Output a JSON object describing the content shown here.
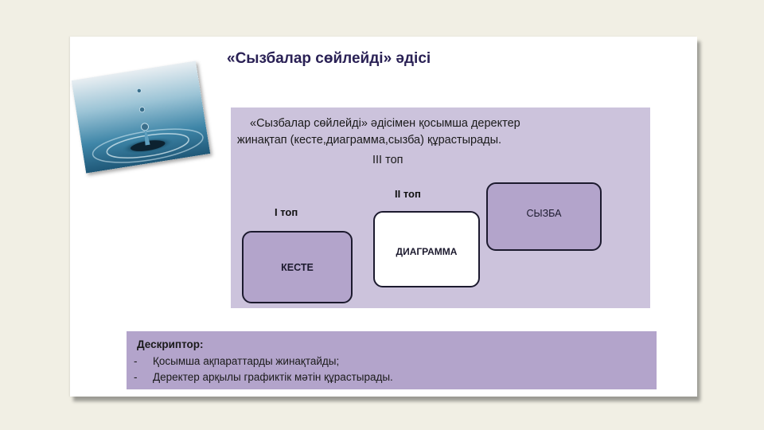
{
  "slide": {
    "title": "«Сызбалар сөйлейді» әдісі"
  },
  "image": {
    "icon": "water-drop-photo"
  },
  "panel": {
    "paragraph_line1": "«Сызбалар сөйлейді» әдісімен қосымша деректер",
    "paragraph_line2": "жинақтап (кесте,диаграмма,сызба) құрастырады.",
    "group3_label": "III топ",
    "group1_label": "I топ",
    "group2_label": "II топ",
    "box1_label": "КЕСТЕ",
    "box2_label": "ДИАГРАММА",
    "box3_label": "СЫЗБА"
  },
  "descriptor": {
    "heading": "Дескриптор:",
    "items": [
      "Қосымша ақпараттарды жинақтайды;",
      "Деректер арқылы графиктік мәтін құрастырады."
    ],
    "bullet": "-"
  },
  "colors": {
    "background": "#f1efe4",
    "title": "#2a2155",
    "panel": "#ccc3dc",
    "box_fill": "#b3a4cb",
    "descriptor": "#b3a4cb"
  }
}
